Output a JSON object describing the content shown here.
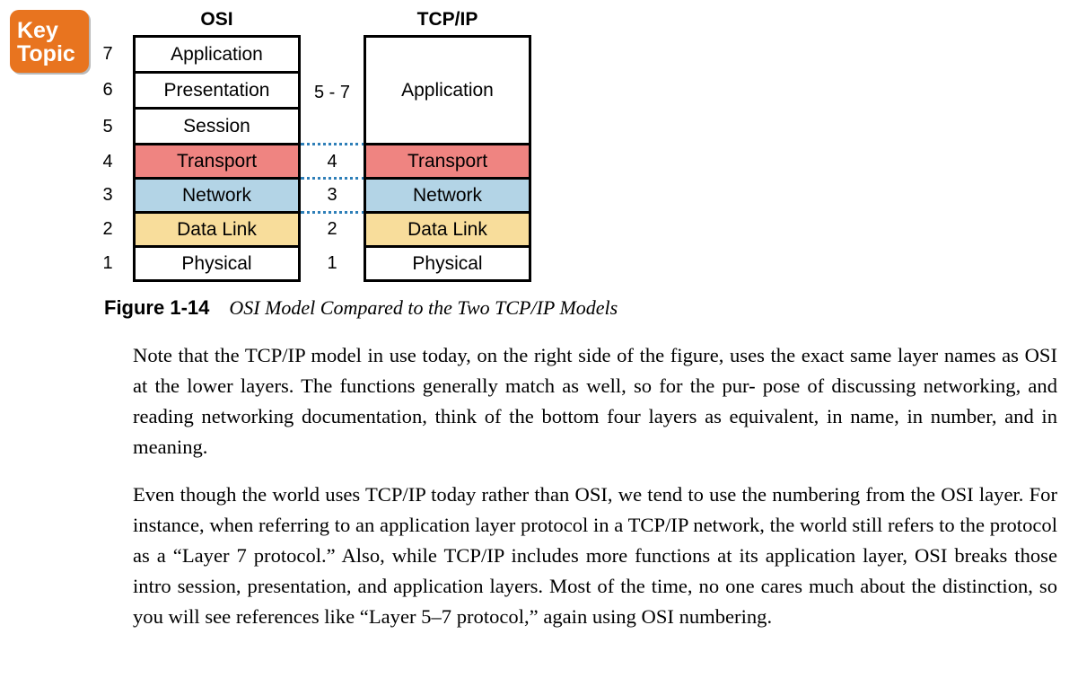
{
  "key_topic": {
    "line1": "Key",
    "line2": "Topic"
  },
  "figure": {
    "osi_heading": "OSI",
    "tcpip_heading": "TCP/IP",
    "layer_numbers": [
      "7",
      "6",
      "5",
      "4",
      "3",
      "2",
      "1"
    ],
    "osi_layers": [
      "Application",
      "Presentation",
      "Session",
      "Transport",
      "Network",
      "Data Link",
      "Physical"
    ],
    "mid_labels": [
      "5 - 7",
      "4",
      "3",
      "2",
      "1"
    ],
    "tcpip_layers": [
      "Application",
      "Transport",
      "Network",
      "Data Link",
      "Physical"
    ],
    "colors": {
      "transport": "#ef8481",
      "network": "#b3d4e6",
      "data_link": "#f8dd9b",
      "dotted_line": "#2e7fb8",
      "key_topic_bg": "#e8741f"
    },
    "caption_label": "Figure 1-14",
    "caption_title": "OSI Model Compared to the Two TCP/IP Models"
  },
  "paragraphs": [
    "Note that the TCP/IP model in use today, on the right side of the figure, uses the exact same layer names as OSI at the lower layers. The functions generally match as well, so for the pur- pose of discussing networking, and reading networking documentation, think of the bottom four layers as equivalent, in name, in number, and in meaning.",
    "Even though the world uses TCP/IP today rather than OSI, we tend to use the numbering from the OSI layer. For instance, when referring to an application layer protocol in a TCP/IP network, the world still refers to the protocol as a “Layer 7 protocol.” Also, while TCP/IP includes more functions at its application layer, OSI breaks those intro session, presentation, and application layers. Most of the time, no one cares much about the distinction, so you will see references like “Layer 5–7 protocol,” again using OSI numbering."
  ]
}
